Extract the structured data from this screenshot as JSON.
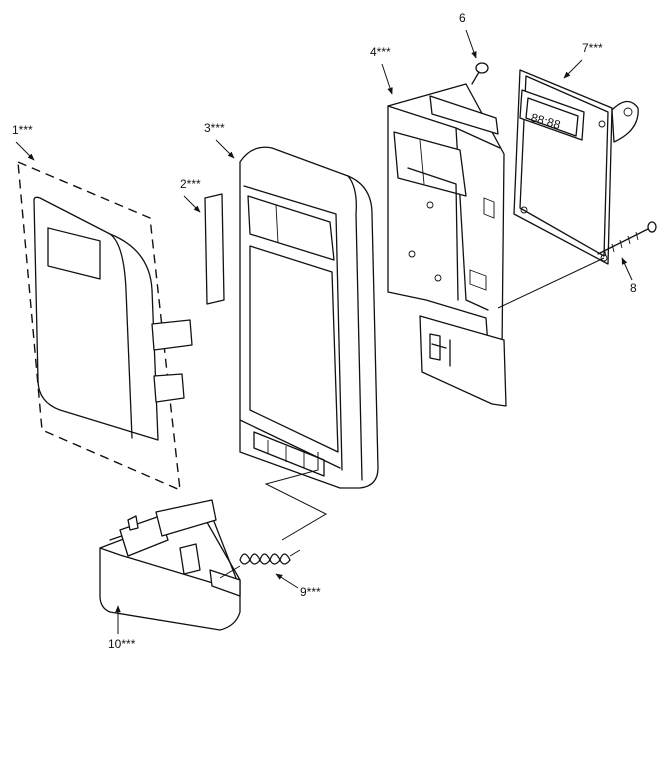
{
  "callouts": {
    "c1": "1***",
    "c2": "2***",
    "c3": "3***",
    "c4": "4***",
    "c6": "6",
    "c7": "7***",
    "c8": "8",
    "c9": "9***",
    "c10": "10***"
  },
  "display_readout": "88:88"
}
